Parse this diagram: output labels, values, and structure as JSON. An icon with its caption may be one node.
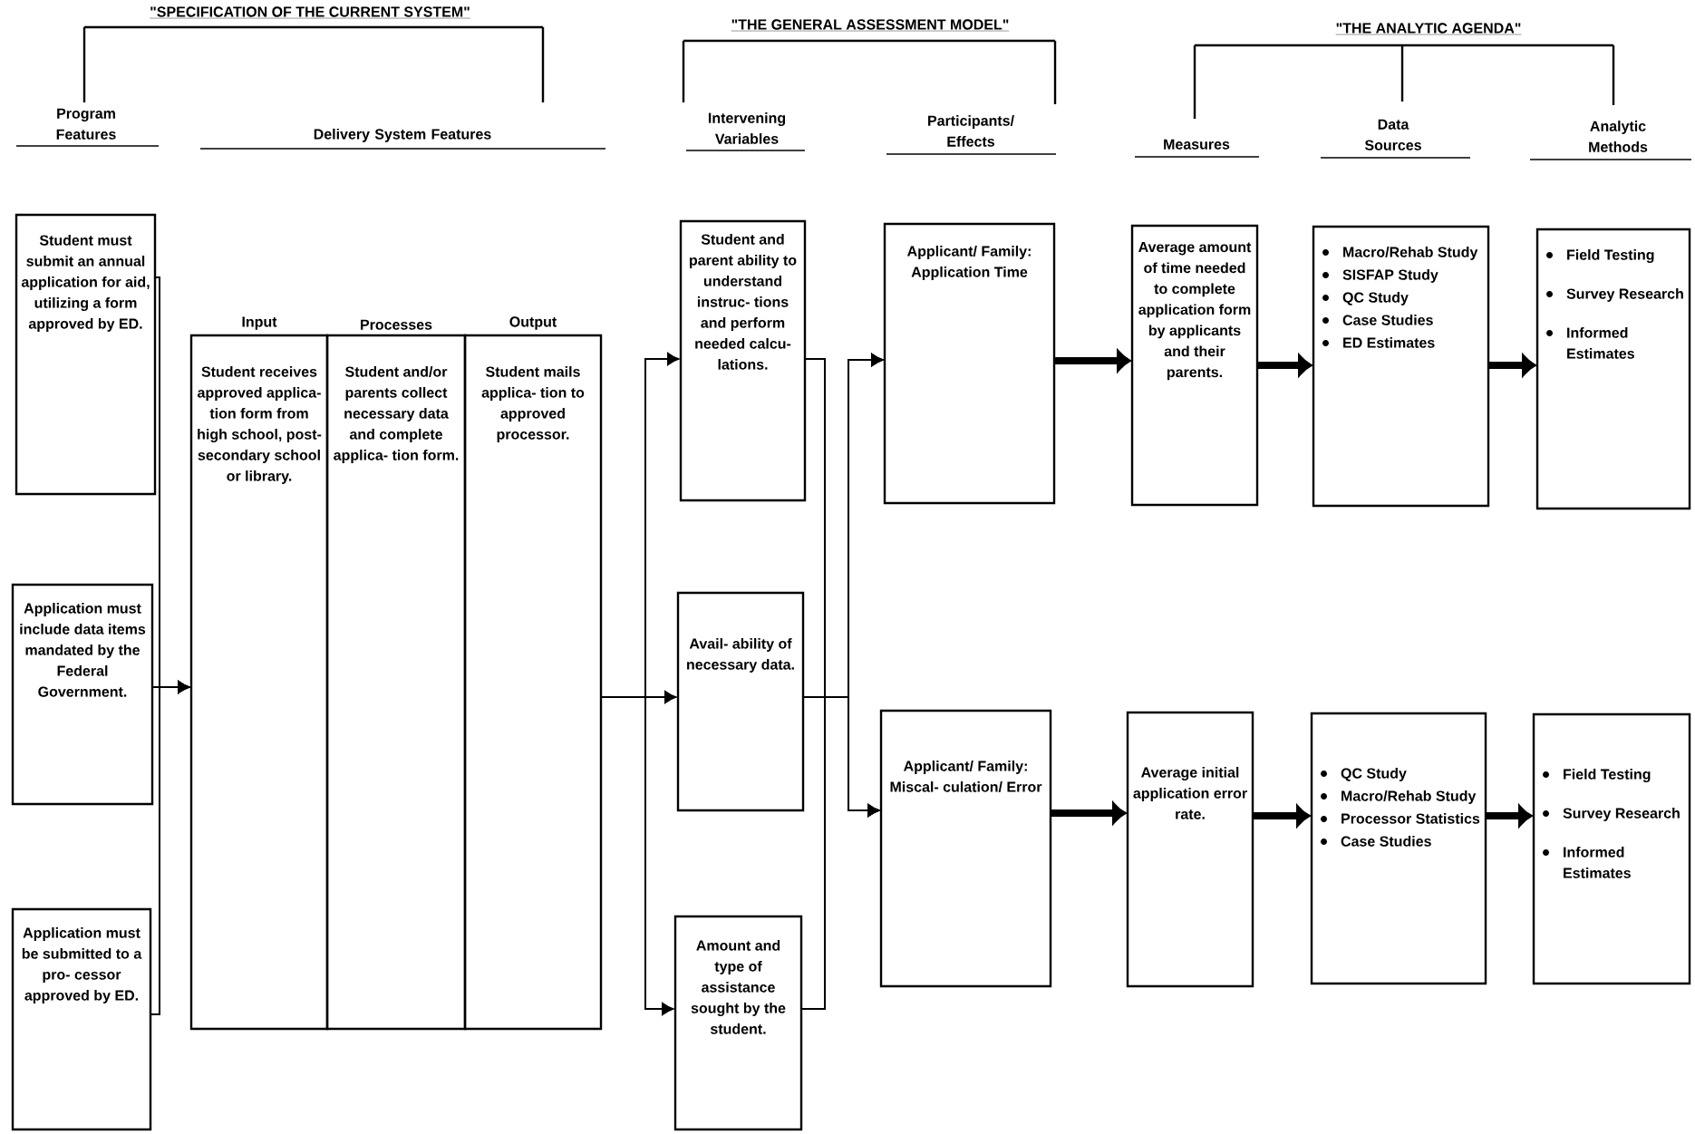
{
  "diagram": {
    "nodes": [
      {
        "text": [
          "Student must submit an annual application for aid, utilizing a form approved by ED."
        ]
      },
      {
        "text": [
          "Application must include data items mandated by the Federal Government."
        ]
      },
      {
        "text": [
          "Application must be submitted to a pro- cessor approved by ED."
        ]
      },
      {
        "text": [
          "Input",
          "Student receives approved applica- tion form from high school, post- secondary school or library."
        ]
      },
      {
        "text": [
          "Processes",
          "Student and/or parents collect necessary data and complete applica- tion form."
        ]
      },
      {
        "text": [
          "Output",
          "Student mails applica- tion to approved processor."
        ]
      },
      {
        "text": [
          "Student and parent ability to understand instruc- tions and perform needed calcu- lations."
        ]
      },
      {
        "text": [
          "Avail- ability of necessary data."
        ]
      },
      {
        "text": [
          "Amount and type of assistance sought by the student."
        ]
      },
      {
        "text": [
          "Applicant/ Family: Application Time"
        ]
      },
      {
        "text": [
          "Applicant/ Family: Miscal- culation/ Error"
        ]
      },
      {
        "text": [
          "Average amount of time needed to complete application form by applicants and their parents."
        ]
      },
      {
        "text": [
          "Average initial application error rate."
        ]
      },
      {
        "text": [
          "Macro/Rehab Study",
          "SISFAP Study",
          "QC Study",
          "Case Studies",
          "ED Estimates"
        ]
      },
      {
        "text": [
          "QC Study",
          "Macro/Rehab Study",
          "Processor Statistics",
          "Case Studies"
        ]
      },
      {
        "text": [
          "Field Testing",
          "Survey Research",
          "Informed Estimates"
        ]
      },
      {
        "text": [
          "Field Testing",
          "Survey Research",
          "Informed Estimates"
        ]
      }
    ],
    "edges": [
      {
        "from": 0,
        "to": 3,
        "arrow": "to"
      },
      {
        "from": 1,
        "to": 3,
        "arrow": "to"
      },
      {
        "from": 2,
        "to": 3,
        "arrow": "to"
      },
      {
        "from": 5,
        "to": 6,
        "arrow": "to"
      },
      {
        "from": 5,
        "to": 7,
        "arrow": "to"
      },
      {
        "from": 5,
        "to": 8,
        "arrow": "to"
      },
      {
        "from": 6,
        "to": 9,
        "arrow": "to"
      },
      {
        "from": 6,
        "to": 10,
        "arrow": "to"
      },
      {
        "from": 7,
        "to": 9,
        "arrow": "to"
      },
      {
        "from": 7,
        "to": 10,
        "arrow": "to"
      },
      {
        "from": 8,
        "to": 9,
        "arrow": "to"
      },
      {
        "from": 8,
        "to": 10,
        "arrow": "to"
      },
      {
        "from": 9,
        "to": 11,
        "arrow": "to",
        "style": "thick"
      },
      {
        "from": 11,
        "to": 13,
        "arrow": "to",
        "style": "thick"
      },
      {
        "from": 13,
        "to": 15,
        "arrow": "to",
        "style": "thick"
      },
      {
        "from": 10,
        "to": 12,
        "arrow": "to",
        "style": "thick"
      },
      {
        "from": 12,
        "to": 14,
        "arrow": "to",
        "style": "thick"
      },
      {
        "from": 14,
        "to": 16,
        "arrow": "to",
        "style": "thick"
      }
    ],
    "labels": [
      "\"SPECIFICATION OF THE CURRENT SYSTEM\"",
      "\"THE GENERAL ASSESSMENT MODEL\"",
      "\"THE ANALYTIC AGENDA\"",
      "Program Features",
      "Delivery System Features",
      "Intervening Variables",
      "Participants/ Effects",
      "Measures",
      "Data Sources",
      "Analytic Methods"
    ]
  }
}
